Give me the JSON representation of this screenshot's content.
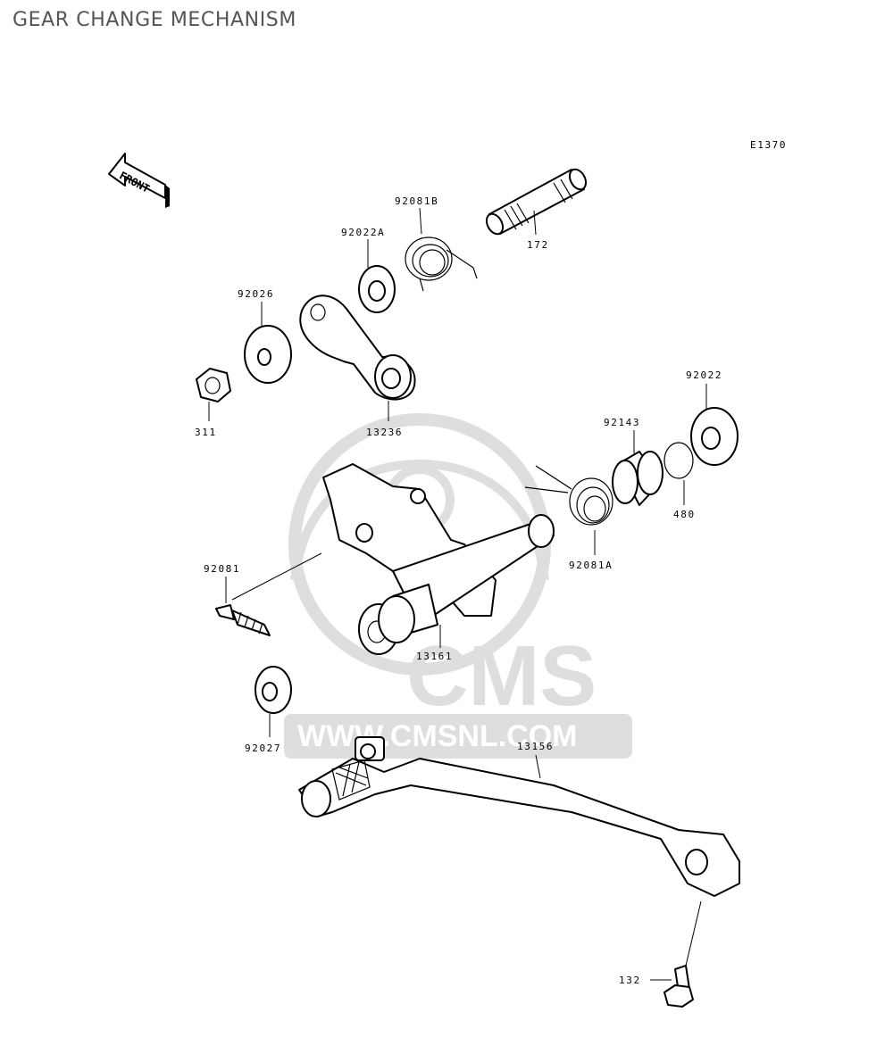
{
  "title": "GEAR CHANGE MECHANISM",
  "diagram_code": "E1370",
  "front_arrow_label": "FRONT",
  "watermark": {
    "brand": "CMS",
    "url": "WWW.CMSNL.COM",
    "color": "#d9d9d9"
  },
  "callouts": [
    {
      "id": "172",
      "label": "172"
    },
    {
      "id": "92081B",
      "label": "92081B"
    },
    {
      "id": "92022A",
      "label": "92022A"
    },
    {
      "id": "92026",
      "label": "92026"
    },
    {
      "id": "311",
      "label": "311"
    },
    {
      "id": "13236",
      "label": "13236"
    },
    {
      "id": "92022",
      "label": "92022"
    },
    {
      "id": "92143",
      "label": "92143"
    },
    {
      "id": "480",
      "label": "480"
    },
    {
      "id": "92081A",
      "label": "92081A"
    },
    {
      "id": "92081",
      "label": "92081"
    },
    {
      "id": "13161",
      "label": "13161"
    },
    {
      "id": "92027",
      "label": "92027"
    },
    {
      "id": "13156",
      "label": "13156"
    },
    {
      "id": "132",
      "label": "132"
    }
  ]
}
